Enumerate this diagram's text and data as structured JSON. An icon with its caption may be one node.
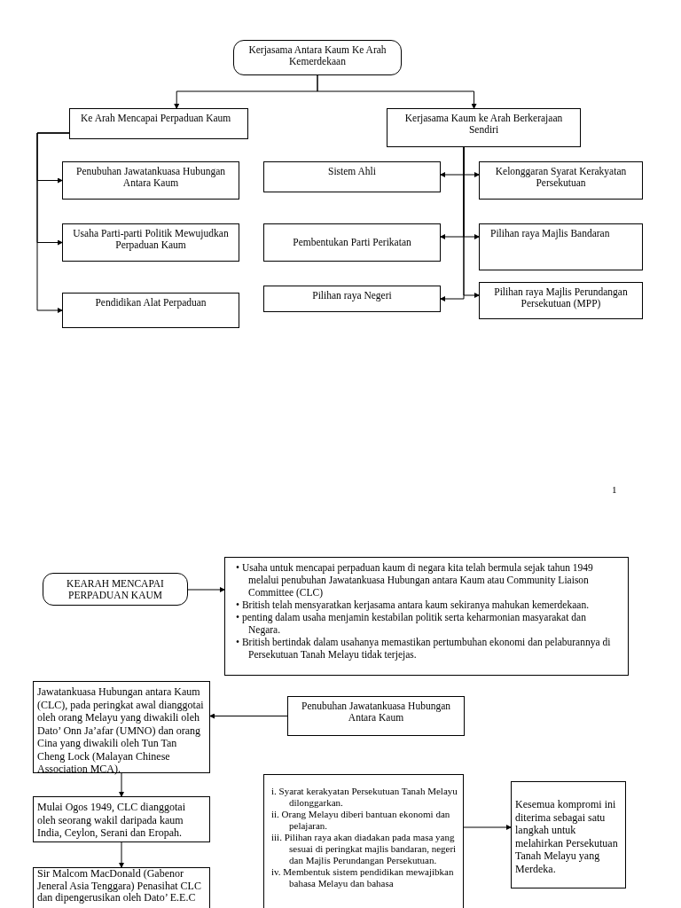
{
  "diagram": {
    "nodes": [
      {
        "text": [
          "Kerjasama Antara Kaum Ke Arah Kemerdekaan"
        ]
      },
      {
        "text": [
          "Ke Arah Mencapai Perpaduan Kaum"
        ]
      },
      {
        "text": [
          "Kerjasama Kaum ke Arah Berkerajaan Sendiri"
        ]
      },
      {
        "text": [
          "Penubuhan Jawatankuasa Hubungan Antara Kaum"
        ]
      },
      {
        "text": [
          "Usaha Parti-parti Politik Mewujudkan Perpaduan Kaum"
        ]
      },
      {
        "text": [
          "Pendidikan Alat Perpaduan"
        ]
      },
      {
        "text": [
          "Sistem Ahli"
        ]
      },
      {
        "text": [
          "Kelonggaran Syarat Kerakyatan Persekutuan"
        ]
      },
      {
        "text": [
          "Pembentukan Parti Perikatan"
        ]
      },
      {
        "text": [
          "Pilihan raya Majlis Bandaran"
        ]
      },
      {
        "text": [
          "Pilihan raya Negeri"
        ]
      },
      {
        "text": [
          "Pilihan raya Majlis Perundangan Persekutuan (MPP)"
        ]
      },
      {
        "text": [
          "KEARAH MENCAPAI PERPADUAN KAUM"
        ]
      },
      {
        "text": [
          "• Usaha untuk mencapai perpaduan kaum di negara kita telah bermula sejak tahun 1949 melalui penubuhan Jawatankuasa Hubungan antara Kaum atau Community Liaison Committee (CLC)",
          "• British telah mensyaratkan kerjasama antara kaum sekiranya mahukan kemerdekaan.",
          "• penting dalam usaha menjamin kestabilan politik serta keharmonian masyarakat dan Negara.",
          "• British bertindak dalam usahanya memastikan pertumbuhan ekonomi dan pelaburannya di Persekutuan Tanah Melayu tidak terjejas."
        ]
      },
      {
        "text": [
          "Jawatankuasa Hubungan antara Kaum (CLC), pada peringkat awal dianggotai oleh orang Melayu yang diwakili oleh Dato’ Onn Ja’afar (UMNO) dan orang Cina yang diwakili oleh Tun Tan Cheng Lock (Malayan Chinese Association MCA)."
        ]
      },
      {
        "text": [
          "Penubuhan Jawatankuasa Hubungan Antara Kaum"
        ]
      },
      {
        "text": [
          "Mulai Ogos 1949, CLC dianggotai oleh seorang wakil daripada kaum India, Ceylon, Serani dan Eropah."
        ]
      },
      {
        "text": [
          "Sir Malcom MacDonald (Gabenor Jeneral Asia Tenggara) Penasihat CLC dan dipengerusikan oleh Dato’ E.E.C"
        ]
      },
      {
        "text": [
          "i. Syarat kerakyatan Persekutuan Tanah Melayu dilonggarkan.",
          "ii. Orang Melayu diberi bantuan ekonomi dan pelajaran.",
          "iii. Pilihan raya akan diadakan pada masa yang sesuai di peringkat majlis bandaran, negeri dan Majlis Perundangan Persekutuan.",
          "iv. Membentuk sistem pendidikan mewajibkan bahasa Melayu dan bahasa"
        ]
      },
      {
        "text": [
          "Kesemua kompromi ini diterima sebagai satu langkah untuk melahirkan Persekutuan Tanah Melayu yang Merdeka."
        ]
      }
    ],
    "edges": [
      {
        "from": 0,
        "to": 1,
        "arrow": "to"
      },
      {
        "from": 0,
        "to": 2,
        "arrow": "to"
      },
      {
        "from": 1,
        "to": 3,
        "arrow": "to"
      },
      {
        "from": 1,
        "to": 4,
        "arrow": "to"
      },
      {
        "from": 1,
        "to": 5,
        "arrow": "to"
      },
      {
        "from": 2,
        "to": 6,
        "arrow": "to"
      },
      {
        "from": 2,
        "to": 7,
        "arrow": "to"
      },
      {
        "from": 2,
        "to": 8,
        "arrow": "to"
      },
      {
        "from": 2,
        "to": 9,
        "arrow": "to"
      },
      {
        "from": 2,
        "to": 10,
        "arrow": "to"
      },
      {
        "from": 2,
        "to": 11,
        "arrow": "to"
      },
      {
        "from": 12,
        "to": 13,
        "arrow": "to"
      },
      {
        "from": 15,
        "to": 14,
        "arrow": "to"
      },
      {
        "from": 14,
        "to": 16,
        "arrow": "to"
      },
      {
        "from": 16,
        "to": 17,
        "arrow": "to"
      },
      {
        "from": 18,
        "to": 19,
        "arrow": "to"
      }
    ],
    "labels": [
      "1"
    ]
  }
}
